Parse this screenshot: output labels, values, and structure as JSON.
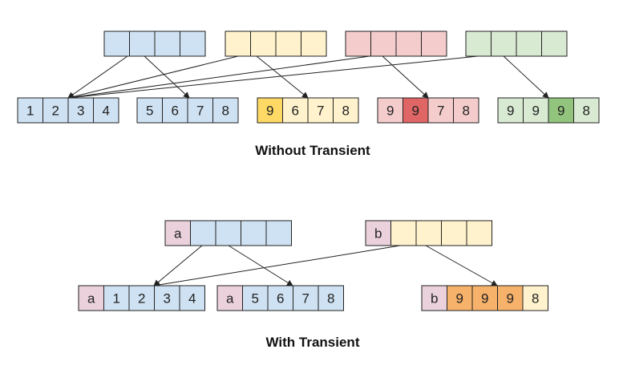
{
  "palette": {
    "blue": "#cfe2f3",
    "yellow": "#fff2cc",
    "yellow_dark": "#ffd966",
    "red": "#f4cccc",
    "red_dark": "#e06666",
    "green": "#d9ead3",
    "green_dark": "#93c47d",
    "pink": "#ead1dc",
    "orange": "#f6b26b",
    "stroke": "#222222"
  },
  "sections": [
    {
      "caption": "Without Transient",
      "nodes": [
        {
          "cells": [
            {
              "text": "",
              "color": "blue"
            },
            {
              "text": "",
              "color": "blue"
            },
            {
              "text": "",
              "color": "blue"
            },
            {
              "text": "",
              "color": "blue"
            }
          ]
        },
        {
          "cells": [
            {
              "text": "",
              "color": "yellow"
            },
            {
              "text": "",
              "color": "yellow"
            },
            {
              "text": "",
              "color": "yellow"
            },
            {
              "text": "",
              "color": "yellow"
            }
          ]
        },
        {
          "cells": [
            {
              "text": "",
              "color": "red"
            },
            {
              "text": "",
              "color": "red"
            },
            {
              "text": "",
              "color": "red"
            },
            {
              "text": "",
              "color": "red"
            }
          ]
        },
        {
          "cells": [
            {
              "text": "",
              "color": "green"
            },
            {
              "text": "",
              "color": "green"
            },
            {
              "text": "",
              "color": "green"
            },
            {
              "text": "",
              "color": "green"
            }
          ]
        }
      ],
      "leaves": [
        {
          "cells": [
            {
              "text": "1",
              "color": "blue"
            },
            {
              "text": "2",
              "color": "blue"
            },
            {
              "text": "3",
              "color": "blue"
            },
            {
              "text": "4",
              "color": "blue"
            }
          ]
        },
        {
          "cells": [
            {
              "text": "5",
              "color": "blue"
            },
            {
              "text": "6",
              "color": "blue"
            },
            {
              "text": "7",
              "color": "blue"
            },
            {
              "text": "8",
              "color": "blue"
            }
          ]
        },
        {
          "cells": [
            {
              "text": "9",
              "color": "yellow_dark"
            },
            {
              "text": "6",
              "color": "yellow"
            },
            {
              "text": "7",
              "color": "yellow"
            },
            {
              "text": "8",
              "color": "yellow"
            }
          ]
        },
        {
          "cells": [
            {
              "text": "9",
              "color": "red"
            },
            {
              "text": "9",
              "color": "red_dark"
            },
            {
              "text": "7",
              "color": "red"
            },
            {
              "text": "8",
              "color": "red"
            }
          ]
        },
        {
          "cells": [
            {
              "text": "9",
              "color": "green"
            },
            {
              "text": "9",
              "color": "green"
            },
            {
              "text": "9",
              "color": "green_dark"
            },
            {
              "text": "8",
              "color": "green"
            }
          ]
        }
      ]
    },
    {
      "caption": "With Transient",
      "nodes": [
        {
          "cells": [
            {
              "text": "a",
              "color": "pink"
            },
            {
              "text": "",
              "color": "blue"
            },
            {
              "text": "",
              "color": "blue"
            },
            {
              "text": "",
              "color": "blue"
            },
            {
              "text": "",
              "color": "blue"
            }
          ]
        },
        {
          "cells": [
            {
              "text": "b",
              "color": "pink"
            },
            {
              "text": "",
              "color": "yellow"
            },
            {
              "text": "",
              "color": "yellow"
            },
            {
              "text": "",
              "color": "yellow"
            },
            {
              "text": "",
              "color": "yellow"
            }
          ]
        }
      ],
      "leaves": [
        {
          "cells": [
            {
              "text": "a",
              "color": "pink"
            },
            {
              "text": "1",
              "color": "blue"
            },
            {
              "text": "2",
              "color": "blue"
            },
            {
              "text": "3",
              "color": "blue"
            },
            {
              "text": "4",
              "color": "blue"
            }
          ]
        },
        {
          "cells": [
            {
              "text": "a",
              "color": "pink"
            },
            {
              "text": "5",
              "color": "blue"
            },
            {
              "text": "6",
              "color": "blue"
            },
            {
              "text": "7",
              "color": "blue"
            },
            {
              "text": "8",
              "color": "blue"
            }
          ]
        },
        {
          "cells": [
            {
              "text": "b",
              "color": "pink"
            },
            {
              "text": "9",
              "color": "orange"
            },
            {
              "text": "9",
              "color": "orange"
            },
            {
              "text": "9",
              "color": "orange"
            },
            {
              "text": "8",
              "color": "yellow"
            }
          ]
        }
      ]
    }
  ]
}
